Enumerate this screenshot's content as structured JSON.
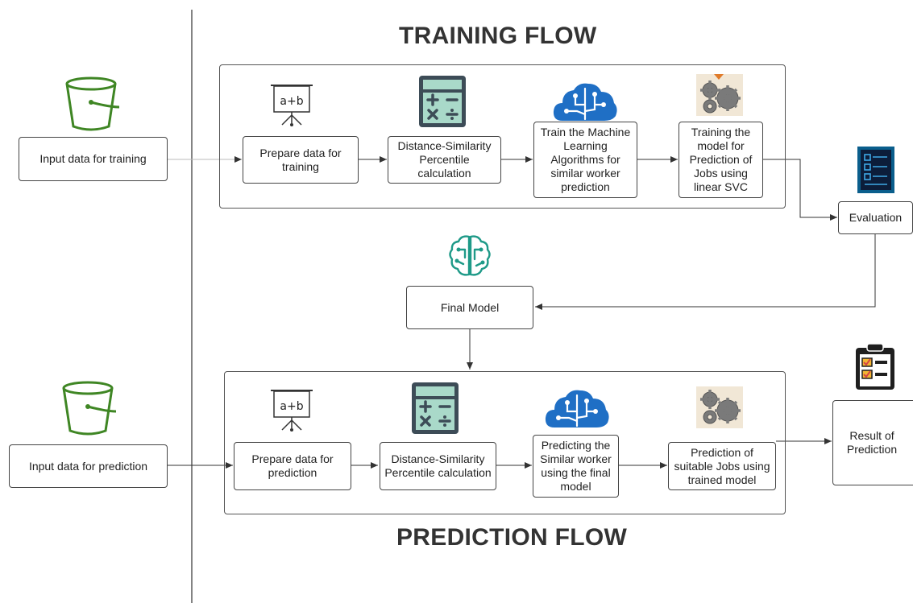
{
  "titles": {
    "training": "TRAINING FLOW",
    "prediction": "PREDICTION FLOW"
  },
  "training": {
    "input": "Input data for training",
    "prepare": "Prepare data for training",
    "distance": "Distance-Similarity Percentile calculation",
    "train_ml": "Train the Machine Learning Algorithms for similar worker prediction",
    "train_svc": "Training the model for Prediction of Jobs using linear SVC"
  },
  "evaluation": "Evaluation",
  "final_model": "Final Model",
  "prediction": {
    "input": "Input data for prediction",
    "prepare": "Prepare data for prediction",
    "distance": "Distance-Similarity Percentile calculation",
    "predict_worker": "Predicting the Similar worker using the final model",
    "predict_jobs": "Prediction of suitable Jobs using trained model",
    "result": "Result of Prediction"
  },
  "icons": {
    "bucket": "bucket-icon",
    "whiteboard": "whiteboard-icon",
    "calculator": "calculator-icon",
    "brain": "brain-icon",
    "gears": "gears-icon",
    "document": "document-icon",
    "clipboard": "checklist-clipboard-icon"
  },
  "colors": {
    "bucket": "#3f8624",
    "brain_blue": "#1f6fc5",
    "brain_teal": "#1f9a88",
    "calculator": "#3d4c57",
    "calculator_screen": "#a9d9c9",
    "document": "#0a5e8c"
  }
}
